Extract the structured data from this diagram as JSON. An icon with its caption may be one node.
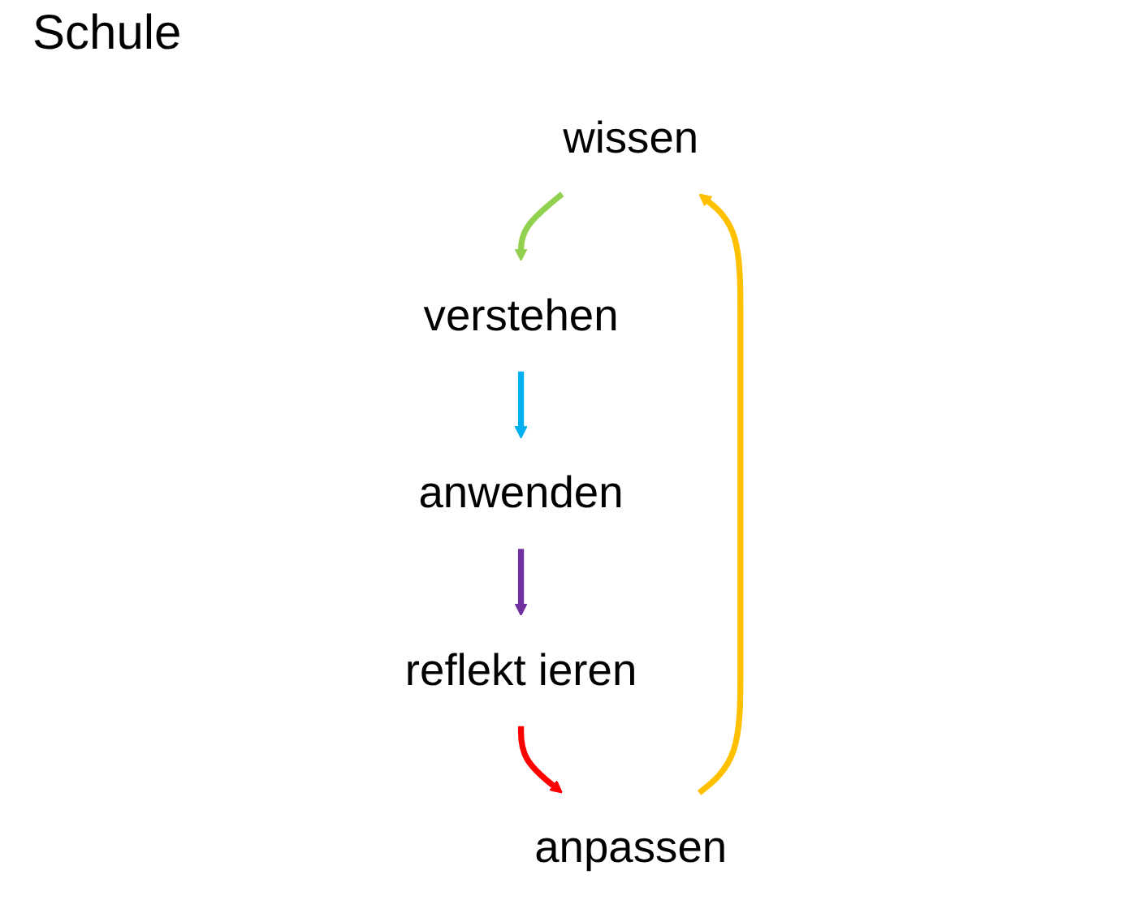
{
  "diagram": {
    "title": "Schule",
    "nodes": [
      {
        "text": [
          "wissen"
        ]
      },
      {
        "text": [
          "verstehen"
        ]
      },
      {
        "text": [
          "anwenden"
        ]
      },
      {
        "text": [
          "reflekt ieren"
        ]
      },
      {
        "text": [
          "anpassen"
        ]
      }
    ],
    "edges": [
      {
        "from": 0,
        "to": 1,
        "arrow": "to",
        "color": "#92d050"
      },
      {
        "from": 1,
        "to": 2,
        "arrow": "to",
        "color": "#00b0f0"
      },
      {
        "from": 2,
        "to": 3,
        "arrow": "to",
        "color": "#7030a0"
      },
      {
        "from": 3,
        "to": 4,
        "arrow": "to",
        "color": "#ff0000"
      },
      {
        "from": 4,
        "to": 0,
        "arrow": "to",
        "color": "#ffc000"
      }
    ]
  }
}
